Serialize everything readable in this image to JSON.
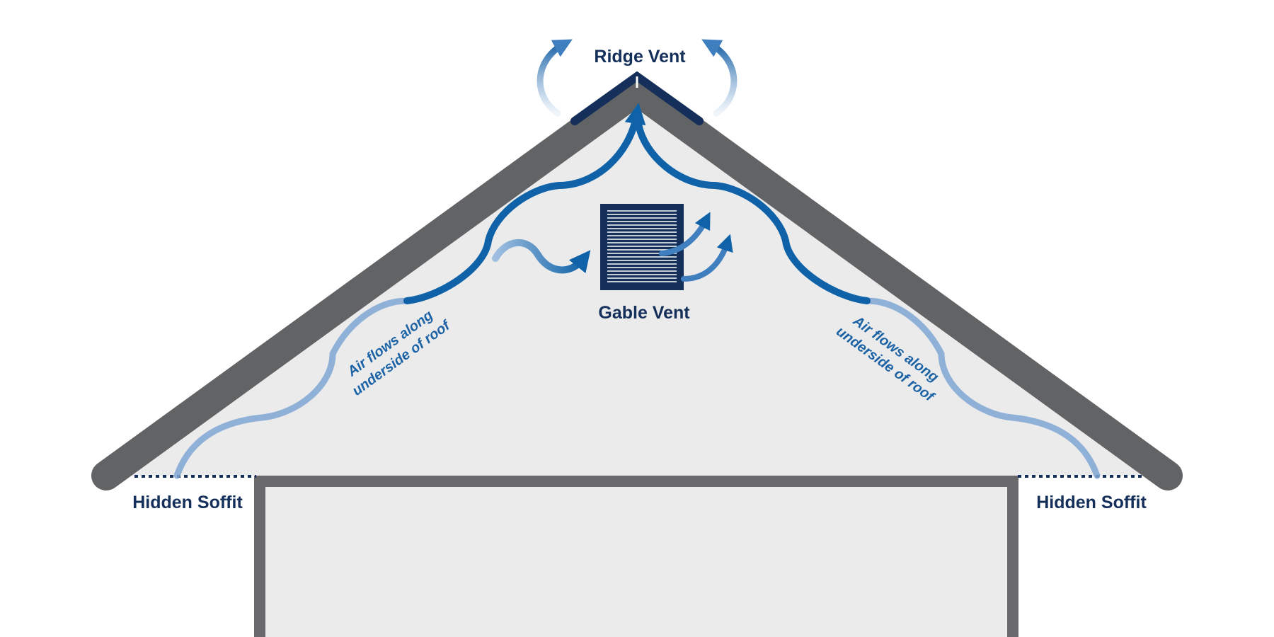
{
  "labels": {
    "ridge_vent": "Ridge Vent",
    "gable_vent": "Gable Vent",
    "soffit_left": "Hidden Soffit",
    "soffit_right": "Hidden Soffit",
    "airflow_left_line1": "Air flows along",
    "airflow_left_line2": "underside of roof",
    "airflow_right_line1": "Air flows along",
    "airflow_right_line2": "underside of roof"
  },
  "colors": {
    "roof": "#626365",
    "attic_fill": "#ebebec",
    "wall": "#6a6a6c",
    "vent_navy": "#14305a",
    "airflow_blue": "#0f62a8",
    "airflow_light": "#8fb1d6",
    "label_navy": "#14305a",
    "annotation_blue": "#1c63a6"
  }
}
